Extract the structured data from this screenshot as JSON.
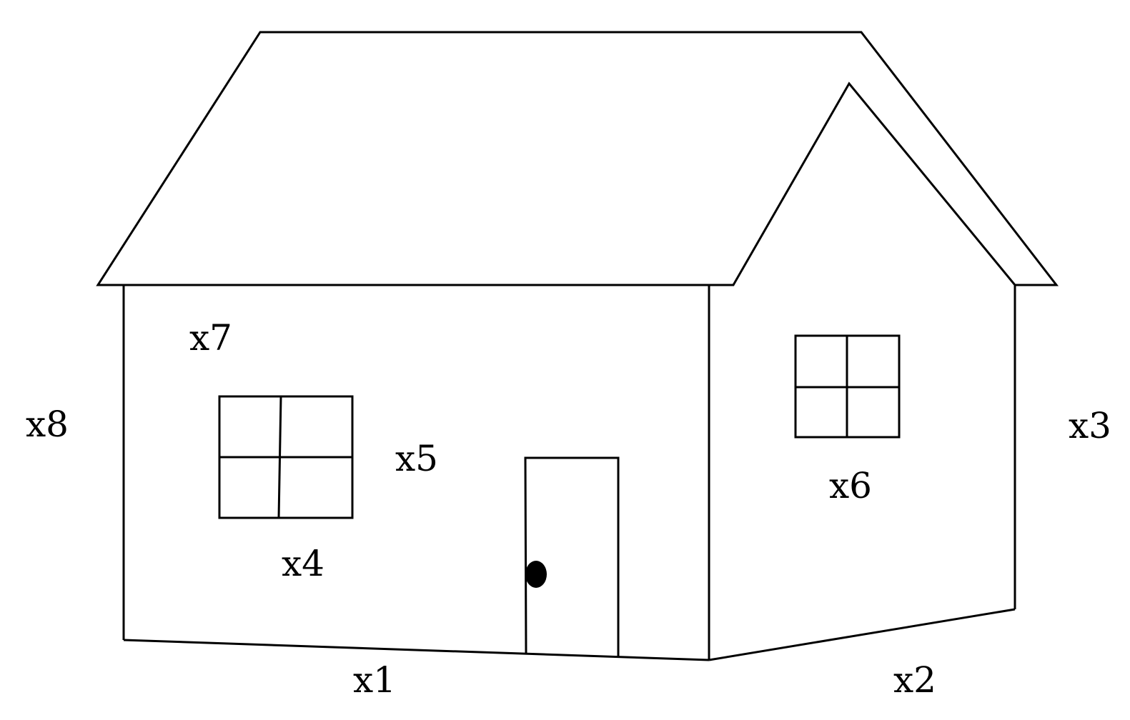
{
  "labels": {
    "x1": "x1",
    "x2": "x2",
    "x3": "x3",
    "x4": "x4",
    "x5": "x5",
    "x6": "x6",
    "x7": "x7",
    "x8": "x8"
  },
  "colors": {
    "line": "#000000",
    "background": "#ffffff"
  }
}
